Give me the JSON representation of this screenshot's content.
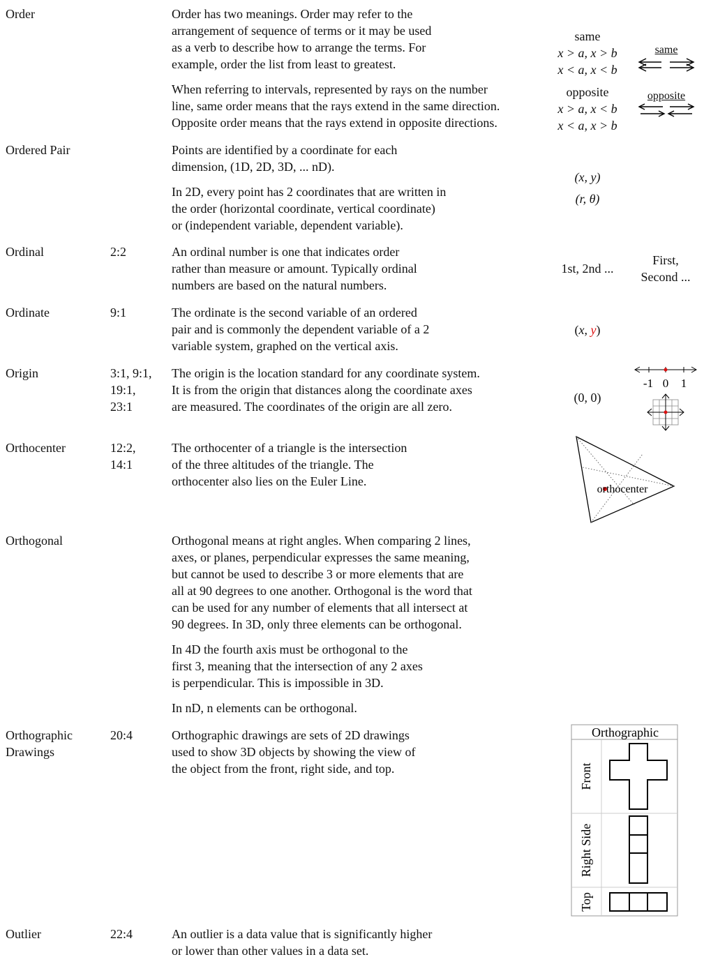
{
  "entries": {
    "order": {
      "term": "Order",
      "def1": [
        "Order has two meanings. Order may refer to the",
        "arrangement of sequence of terms or it may be used",
        "as a verb to describe how to arrange the terms. For",
        "example, order the list from least to greatest."
      ],
      "def2": [
        "When referring to intervals, represented by rays on the number",
        "line, same order means that the rays extend in the same direction.",
        "Opposite order means that the rays extend in opposite directions."
      ],
      "same_label": "same",
      "same_ineq": [
        "x > a, x > b",
        "x < a, x < b"
      ],
      "opposite_label": "opposite",
      "opposite_ineq": [
        "x > a, x < b",
        "x < a, x > b"
      ]
    },
    "ordered_pair": {
      "term": "Ordered Pair",
      "def1": [
        "Points are identified by a coordinate for each",
        "dimension, (1D, 2D, 3D, ... nD)."
      ],
      "def2": [
        "In 2D, every point has 2 coordinates that are written in",
        "the order (horizontal coordinate, vertical coordinate)",
        "or (independent variable, dependent variable)."
      ],
      "ex1": "(x, y)",
      "ex2": "(r, θ)"
    },
    "ordinal": {
      "term": "Ordinal",
      "ref": "2:2",
      "def": [
        "An ordinal number is one that indicates order",
        "rather than measure or amount. Typically ordinal",
        "numbers are based on the natural numbers."
      ],
      "ex1": "1st, 2nd ...",
      "ex2": [
        "First,",
        "Second ..."
      ]
    },
    "ordinate": {
      "term": "Ordinate",
      "ref": "9:1",
      "def": [
        "The ordinate is the second variable of an ordered",
        "pair and is commonly the dependent variable of a 2",
        "variable system, graphed on the vertical axis."
      ],
      "ex_x": "x",
      "ex_y": "y"
    },
    "origin": {
      "term": "Origin",
      "ref": [
        "3:1, 9:1,",
        "19:1,",
        "23:1"
      ],
      "def": [
        "The origin is the location standard for any coordinate system.",
        "It is from the origin that distances along the coordinate axes",
        "are measured. The coordinates of the origin are all zero."
      ],
      "ex": "(0, 0)",
      "ticks": [
        "-1",
        "0",
        "1"
      ]
    },
    "orthocenter": {
      "term": "Orthocenter",
      "ref": [
        "12:2,",
        "14:1"
      ],
      "def": [
        "The orthocenter of a triangle is the intersection",
        "of the three altitudes of the triangle. The",
        "orthocenter also lies on the Euler Line."
      ],
      "label": "orthocenter"
    },
    "orthogonal": {
      "term": "Orthogonal",
      "def1": [
        "Orthogonal means at right angles. When comparing 2 lines,",
        "axes, or planes, perpendicular expresses the same meaning,",
        "but cannot be used to describe 3 or more elements that are",
        "all at 90 degrees to one another. Orthogonal is the word that",
        "can be used for any number of elements that all intersect at",
        "90 degrees. In 3D, only three elements can be orthogonal."
      ],
      "def2": [
        "In 4D the fourth axis must be orthogonal to the",
        "first 3, meaning that the intersection of any 2 axes",
        "is perpendicular. This is impossible in 3D."
      ],
      "def3": "In nD, n elements can be orthogonal."
    },
    "orthographic": {
      "term": [
        "Orthographic",
        "Drawings"
      ],
      "ref": "20:4",
      "def": [
        "Orthographic drawings are sets of 2D drawings",
        "used to show 3D objects by showing the view of",
        "the object from the front, right side, and top."
      ],
      "table_title": "Orthographic",
      "views": [
        "Front",
        "Right Side",
        "Top"
      ]
    },
    "outlier": {
      "term": "Outlier",
      "ref": "22:4",
      "def": [
        "An outlier is a data value that is significantly higher",
        "or lower than other values in a data set."
      ]
    }
  }
}
